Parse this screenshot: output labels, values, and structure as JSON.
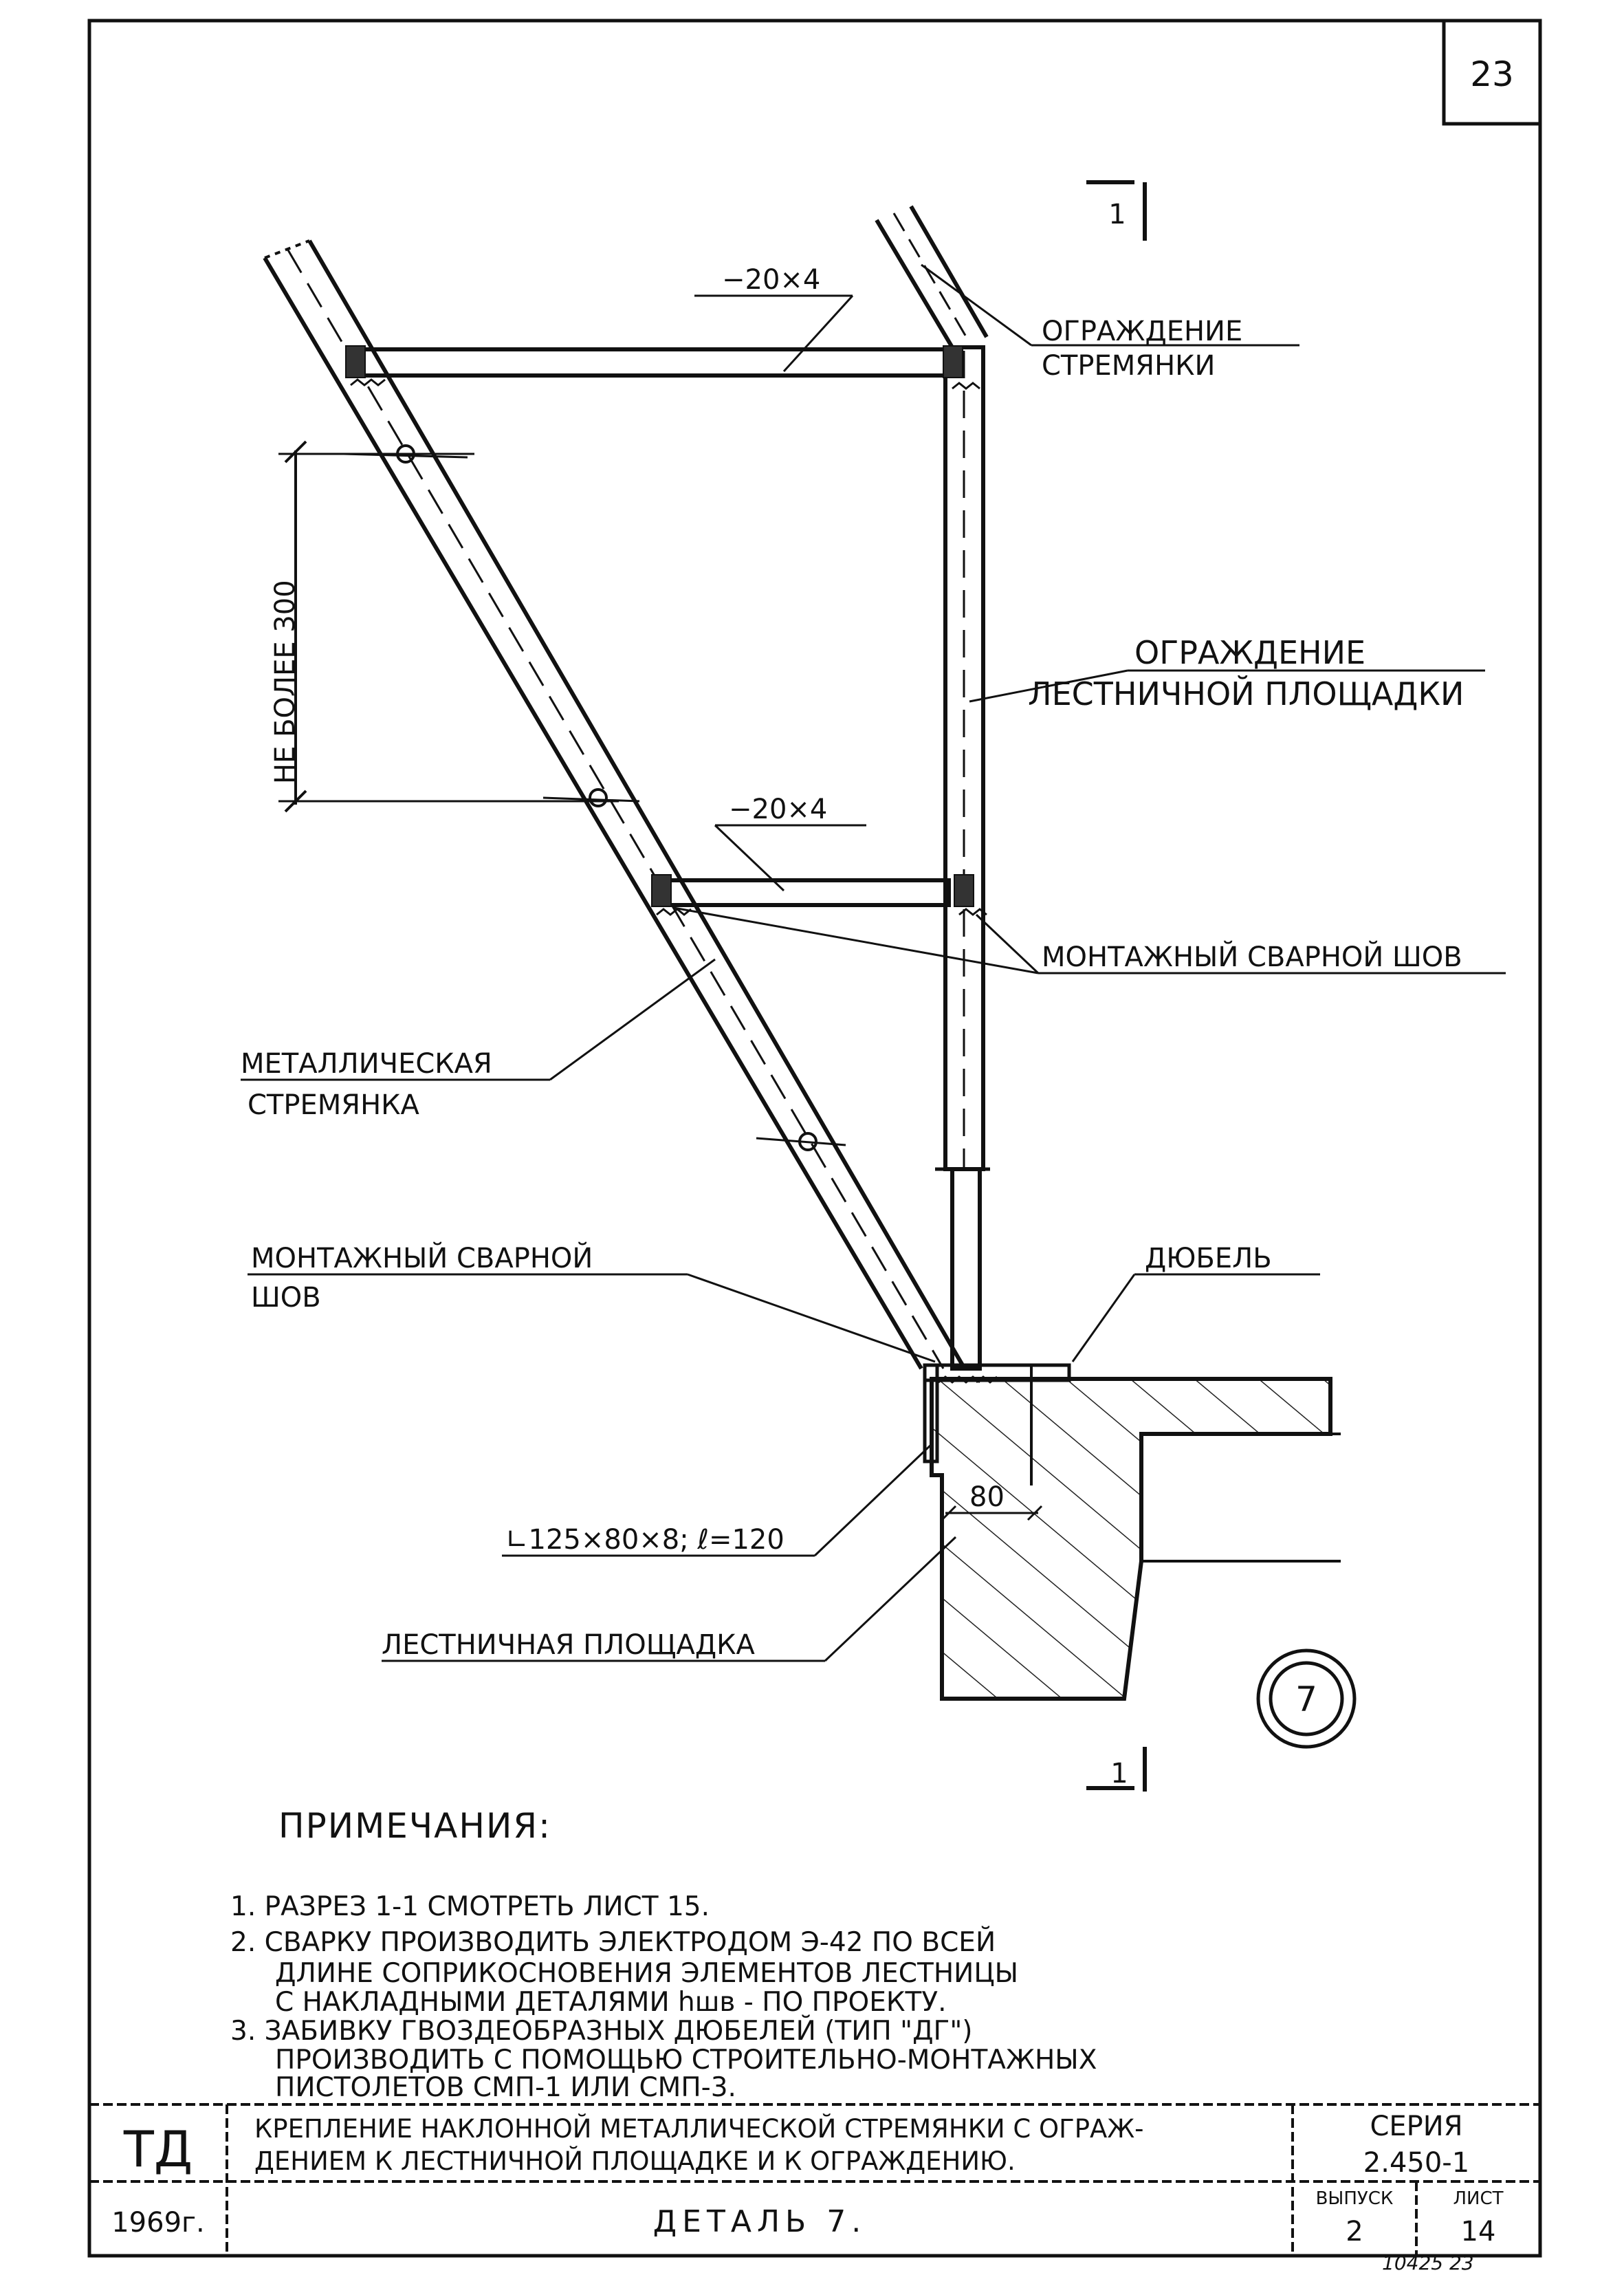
{
  "sheet_number": "23",
  "section_mark": "1",
  "labels": {
    "strip_upper": "−20×4",
    "strip_lower": "−20×4",
    "ladder_rail_guard_1": "ОГРАЖДЕНИЕ",
    "ladder_rail_guard_2": "СТРЕМЯНКИ",
    "platform_guard_1": "ОГРАЖДЕНИЕ",
    "platform_guard_2": "ЛЕСТНИЧНОЙ ПЛОЩАДКИ",
    "spacing_dim": "НЕ БОЛЕЕ 300",
    "weld_seam_right": "МОНТАЖНЫЙ СВАРНОЙ ШОВ",
    "metal_ladder_1": "МЕТАЛЛИЧЕСКАЯ",
    "metal_ladder_2": "СТРЕМЯНКА",
    "weld_seam_left_1": "МОНТАЖНЫЙ СВАРНОЙ",
    "weld_seam_left_2": "ШОВ",
    "dowel": "ДЮБЕЛЬ",
    "dim_80": "80",
    "angle_profile": "∟125×80×8; ℓ=120",
    "stair_platform": "ЛЕСТНИЧНАЯ ПЛОЩАДКА",
    "detail_number": "7"
  },
  "notes": {
    "title": "ПРИМЕЧАНИЯ:",
    "lines": [
      "1. РАЗРЕЗ 1-1 СМОТРЕТЬ ЛИСТ 15.",
      "2. СВАРКУ ПРОИЗВОДИТЬ ЭЛЕКТРОДОМ Э-42 ПО ВСЕЙ",
      "ДЛИНЕ СОПРИКОСНОВЕНИЯ ЭЛЕМЕНТОВ ЛЕСТНИЦЫ",
      "С НАКЛАДНЫМИ ДЕТАЛЯМИ  hшв - ПО ПРОЕКТУ.",
      "3. ЗАБИВКУ ГВОЗДЕОБРАЗНЫХ ДЮБЕЛЕЙ (ТИП \"ДГ\")",
      "ПРОИЗВОДИТЬ С ПОМОЩЬЮ СТРОИТЕЛЬНО-МОНТАЖНЫХ",
      "ПИСТОЛЕТОВ  СМП-1  ИЛИ СМП-3."
    ]
  },
  "title_block": {
    "org": "ТД",
    "year": "1969г.",
    "title_line_1": "КРЕПЛЕНИЕ НАКЛОННОЙ МЕТАЛЛИЧЕСКОЙ СТРЕМЯНКИ С ОГРАЖ-",
    "title_line_2": "ДЕНИЕМ К ЛЕСТНИЧНОЙ ПЛОЩАДКЕ И К ОГРАЖДЕНИЮ.",
    "subtitle": "ДЕТАЛЬ 7.",
    "series_label": "СЕРИЯ",
    "series_value": "2.450-1",
    "issue_label": "ВЫПУСК",
    "issue_value": "2",
    "sheet_label": "ЛИСТ",
    "sheet_value": "14",
    "footer_mark": "10425 23"
  }
}
